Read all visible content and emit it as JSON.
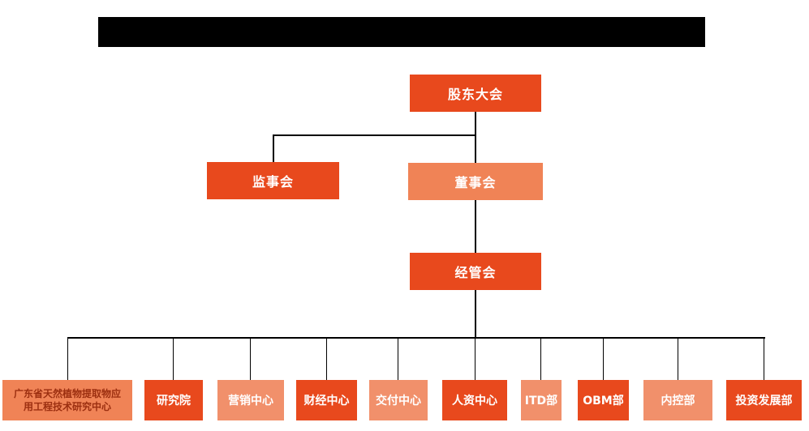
{
  "colors": {
    "dark_orange": "#E8491D",
    "light_orange": "#F08356",
    "lighter_orange": "#F1906B",
    "dark_red_text": "#9C2F10",
    "node_text": "#FFFFFF",
    "connector_line": "#000000",
    "redacted_bar": "#000000"
  },
  "org": {
    "level1": {
      "label": "股东大会"
    },
    "level2": [
      {
        "label": "监事会"
      },
      {
        "label": "董事会"
      }
    ],
    "level3": {
      "label": "经管会"
    },
    "departments": [
      {
        "label": "广东省天然植物提取物应\n用工程技术研究中心"
      },
      {
        "label": "研究院"
      },
      {
        "label": "营销中心"
      },
      {
        "label": "财经中心"
      },
      {
        "label": "交付中心"
      },
      {
        "label": "人资中心"
      },
      {
        "label": "ITD部"
      },
      {
        "label": "OBM部"
      },
      {
        "label": "内控部"
      },
      {
        "label": "投资发展部"
      }
    ]
  }
}
